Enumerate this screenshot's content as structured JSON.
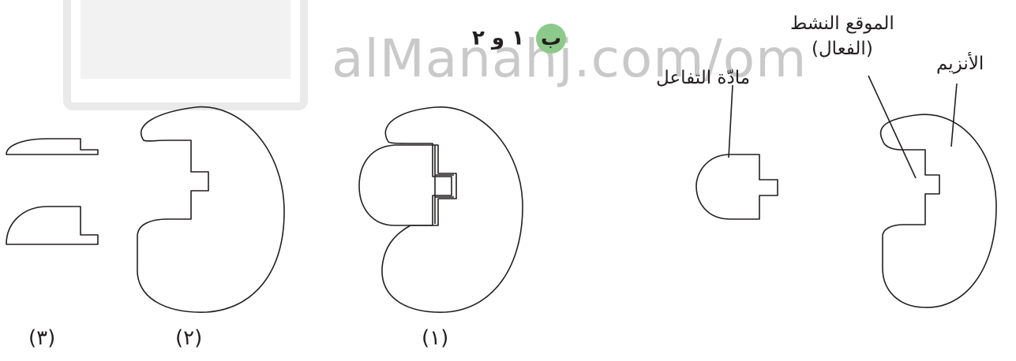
{
  "labels": {
    "enzyme": "الأنزيم",
    "active_site_line1": "الموقع النشط",
    "active_site_line2": "(الفعال)",
    "substrate": "مادّة التفاعل"
  },
  "answer": {
    "letter": "ب",
    "text": "١ و ٢"
  },
  "figure_numbers": {
    "one": "(١)",
    "two": "(٢)",
    "three": "(٣)"
  },
  "watermark": "alManahj.com/om",
  "colors": {
    "line": "#231f20",
    "answer_badge": "#8dc98a",
    "watermark": "#c9c9c9"
  }
}
